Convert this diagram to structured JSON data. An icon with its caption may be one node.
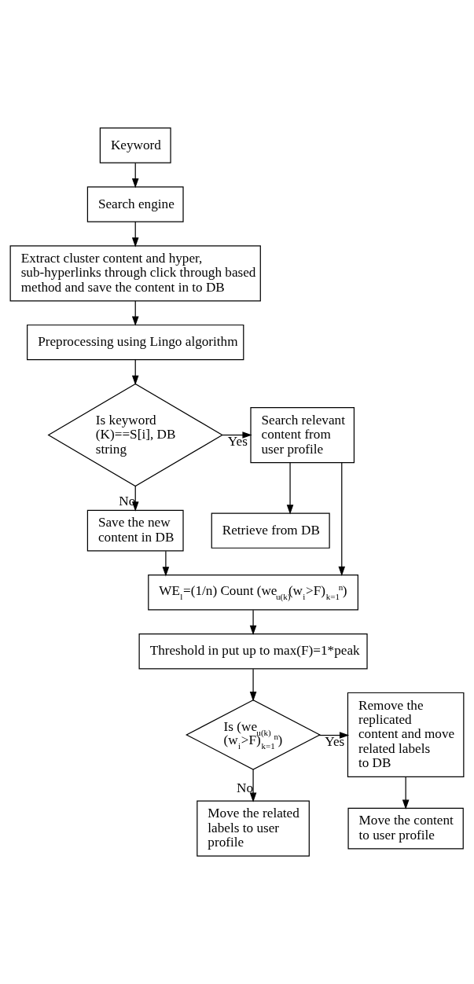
{
  "diagram": {
    "nodes": [
      {
        "text": [
          "Keyword"
        ]
      },
      {
        "text": [
          "Search engine"
        ]
      },
      {
        "text": [
          "Extract cluster content and hyper, sub-hyperlinks through click through based method and save the content in to DB"
        ]
      },
      {
        "text": [
          "Preprocessing using Lingo algorithm"
        ]
      },
      {
        "text": [
          "Is keyword (K)==S[i], DB string"
        ]
      },
      {
        "text": [
          "Search relevant content from user profile"
        ]
      },
      {
        "text": [
          "Retrieve from DB"
        ]
      },
      {
        "text": [
          "Save the new content in DB"
        ]
      },
      {
        "text": [
          "WE$_{l}$=(1/n) Count (we$_{u(k)}$(w$_{i}$>F)$_{k=1}$$^{n}$)"
        ]
      },
      {
        "text": [
          "Threshold in put up to max(F)=1*peak"
        ]
      },
      {
        "text": [
          "Is (we$_{u(k)}$ (w$_{i}$>F)$_{k=1}$$^{n}$)"
        ]
      },
      {
        "text": [
          "Remove the replicated content and move related labels to DB"
        ]
      },
      {
        "text": [
          "Move the related labels to user profile"
        ]
      },
      {
        "text": [
          "Move the content to user profile"
        ]
      }
    ],
    "edges": [
      {
        "from": 0,
        "to": 1,
        "arrow": "to"
      },
      {
        "from": 1,
        "to": 2,
        "arrow": "to"
      },
      {
        "from": 2,
        "to": 3,
        "arrow": "to"
      },
      {
        "from": 3,
        "to": 4,
        "arrow": "to"
      },
      {
        "from": 4,
        "to": 5,
        "arrow": "to",
        "label": "Yes"
      },
      {
        "from": 4,
        "to": 7,
        "arrow": "to",
        "label": "No"
      },
      {
        "from": 5,
        "to": 6,
        "arrow": "to"
      },
      {
        "from": 5,
        "to": 8,
        "arrow": "to"
      },
      {
        "from": 7,
        "to": 8,
        "arrow": "to"
      },
      {
        "from": 8,
        "to": 9,
        "arrow": "to"
      },
      {
        "from": 9,
        "to": 10,
        "arrow": "to"
      },
      {
        "from": 10,
        "to": 11,
        "arrow": "to",
        "label": "Yes"
      },
      {
        "from": 10,
        "to": 12,
        "arrow": "to",
        "label": "No"
      },
      {
        "from": 11,
        "to": 13,
        "arrow": "to"
      }
    ]
  }
}
